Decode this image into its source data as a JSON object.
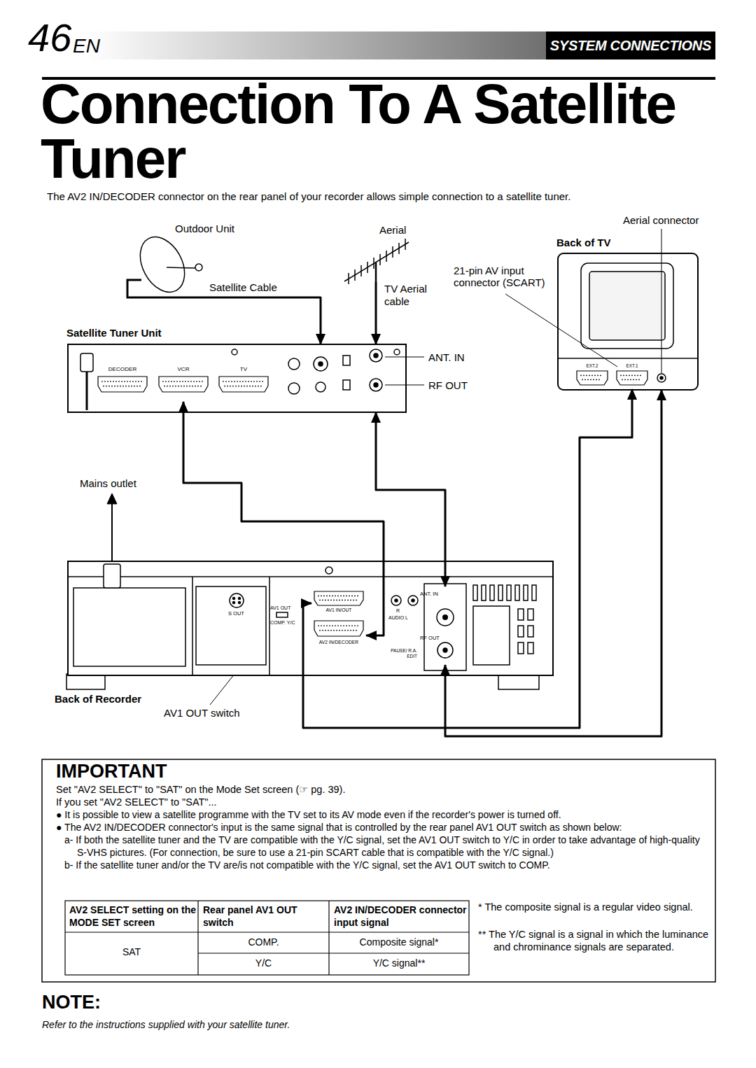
{
  "diagram": {
    "title": "Connection To A Satellite Tuner",
    "nodes": [
      {
        "text": [
          "Outdoor Unit"
        ]
      },
      {
        "text": [
          "Aerial"
        ]
      },
      {
        "text": [
          "Back of TV"
        ]
      },
      {
        "text": [
          "EXT.2"
        ],
        "in": 2
      },
      {
        "text": [
          "EXT.1"
        ],
        "in": 2
      },
      {
        "text": [
          "Satellite Tuner Unit"
        ]
      },
      {
        "text": [
          "DECODER"
        ],
        "in": 5
      },
      {
        "text": [
          "VCR"
        ],
        "in": 5
      },
      {
        "text": [
          "TV"
        ],
        "in": 5
      },
      {
        "text": [
          "Back of Recorder"
        ]
      },
      {
        "text": [
          "AV1 IN/OUT"
        ],
        "in": 9
      },
      {
        "text": [
          "AV2 IN/DECODER"
        ],
        "in": 9
      },
      {
        "text": [
          "ANT. IN"
        ],
        "in": 9
      },
      {
        "text": [
          "RF OUT"
        ],
        "in": 9
      }
    ],
    "edges": [
      {
        "from": 0,
        "to": 5,
        "arrow": "to",
        "label": "Satellite Cable"
      },
      {
        "from": 1,
        "to": 5,
        "arrow": "to",
        "label": "TV Aerial cable"
      },
      {
        "from": 7,
        "to": 11,
        "arrow": "both"
      },
      {
        "from": 5,
        "to": 12,
        "arrow": "both"
      },
      {
        "from": 4,
        "to": 10,
        "arrow": "both"
      },
      {
        "from": 13,
        "to": 2,
        "arrow": "both"
      }
    ],
    "labels": [
      "46",
      "EN",
      "SYSTEM CONNECTIONS",
      "The AV2 IN/DECODER connector on the rear panel of your recorder allows simple connection to a satellite tuner.",
      "Aerial connector",
      "21-pin AV input connector (SCART)",
      "ANT. IN",
      "RF OUT",
      "Mains outlet",
      "S OUT",
      "AV1 OUT",
      "COMP. Y/C",
      "R",
      "AUDIO L",
      "PAUSE/ R.A. EDIT",
      "AV1 OUT switch",
      "IMPORTANT",
      "Set \"AV2 SELECT\" to \"SAT\" on the Mode Set screen (☞ pg. 39).",
      "If you set \"AV2 SELECT\" to \"SAT\"...",
      "● It is possible to view a satellite programme with the TV set to its AV mode even if the recorder's power is turned off.",
      "● The AV2 IN/DECODER connector's input is the same signal that is controlled by the rear panel AV1 OUT switch as shown below:",
      "a- If both the satellite tuner and the TV are compatible with the Y/C signal, set the AV1 OUT switch to Y/C in order to take advantage of high-quality S-VHS pictures. (For connection, be sure to use a 21-pin SCART cable that is compatible with the Y/C signal.)",
      "b- If the satellite tuner and/or the TV are/is not compatible with the Y/C signal, set the AV1 OUT switch to COMP.",
      "AV2 SELECT setting on the MODE SET screen",
      "Rear panel AV1 OUT switch",
      "AV2 IN/DECODER connector input signal",
      "SAT",
      "COMP.",
      "Composite signal*",
      "Y/C",
      "Y/C signal**",
      "* The composite signal is a regular video signal.",
      "** The Y/C signal is a signal in which the luminance and chrominance signals are separated.",
      "NOTE:",
      "Refer to the instructions supplied with your satellite tuner."
    ]
  }
}
